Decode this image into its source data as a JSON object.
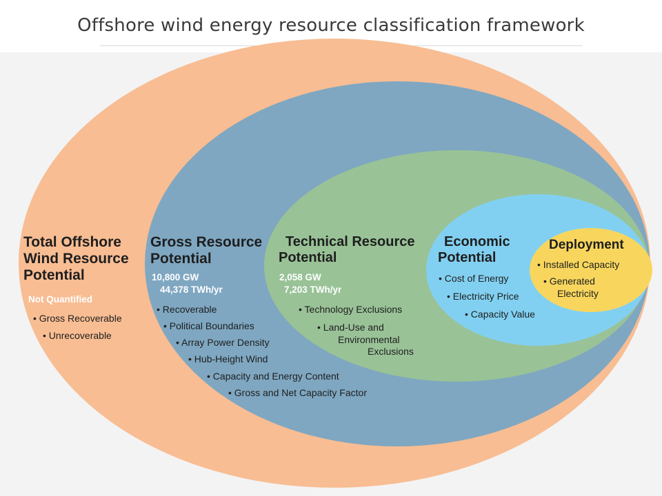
{
  "title": "Offshore wind energy resource classification framework",
  "colors": {
    "total": "#f8bd93",
    "gross": "#7fa7c1",
    "technical": "#99c297",
    "economic": "#82d0f1",
    "deployment": "#f8d65e"
  },
  "levels": {
    "total": {
      "heading": [
        "Total Offshore",
        "Wind Resource",
        "Potential"
      ],
      "note": "Not Quantified",
      "items": [
        "• Gross Recoverable",
        "• Unrecoverable"
      ]
    },
    "gross": {
      "heading": [
        "Gross Resource",
        "Potential"
      ],
      "stats": [
        "10,800 GW",
        "44,378 TWh/yr"
      ],
      "items": [
        "• Recoverable",
        "• Political Boundaries",
        "• Array Power Density",
        "• Hub-Height Wind",
        "• Capacity and Energy Content",
        "• Gross and Net Capacity Factor"
      ]
    },
    "technical": {
      "heading": [
        "Technical Resource",
        "Potential"
      ],
      "stats": [
        "2,058 GW",
        "7,203 TWh/yr"
      ],
      "items": [
        "• Technology Exclusions",
        "• Land-Use and",
        "Environmental",
        "Exclusions"
      ]
    },
    "economic": {
      "heading": [
        "Economic",
        "Potential"
      ],
      "items": [
        "• Cost of Energy",
        "• Electricity Price",
        "• Capacity Value"
      ]
    },
    "deployment": {
      "heading": "Deployment",
      "items": [
        "• Installed Capacity",
        "• Generated",
        "Electricity"
      ]
    }
  }
}
